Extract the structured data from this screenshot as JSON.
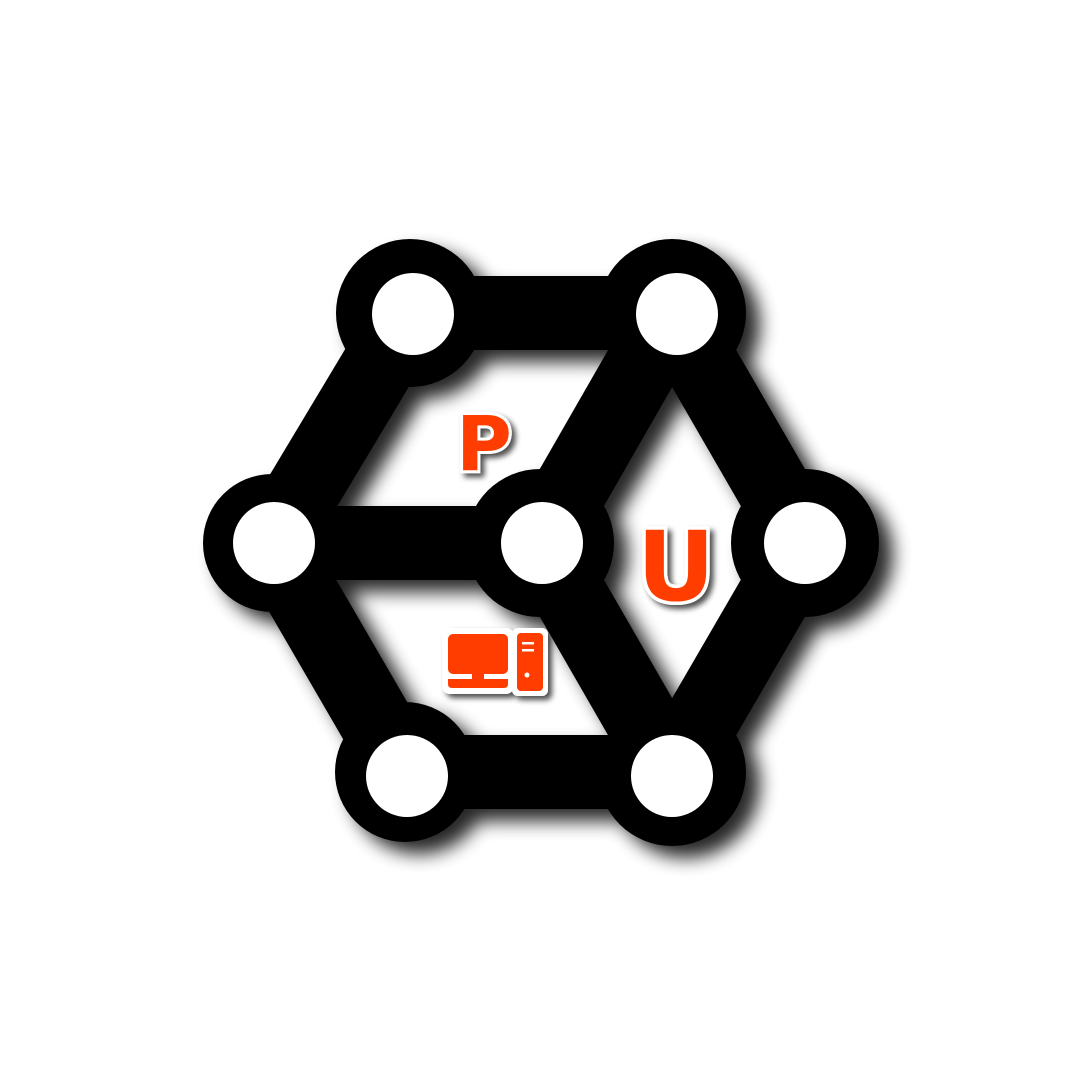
{
  "logo": {
    "name": "network-hexagon-logo",
    "colors": {
      "background": "#ffffff",
      "frame": "#000000",
      "accent": "#ff3d00",
      "letter_outline": "#ffffff"
    },
    "letters": {
      "p": "P",
      "u": "U"
    },
    "icons": {
      "computer": "desktop-computer-icon"
    }
  }
}
